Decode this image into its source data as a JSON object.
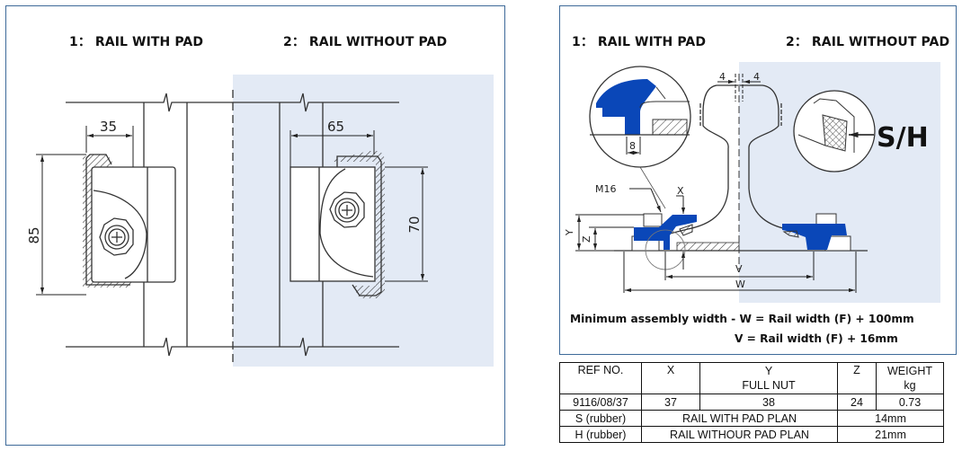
{
  "left_panel": {
    "heading_1": "1： RAIL WITH PAD",
    "heading_2": "2： RAIL WITHOUT PAD",
    "plan_with_pad": {
      "width_dim": "35",
      "height_dim": "85"
    },
    "plan_without_pad": {
      "width_dim": "65",
      "height_dim": "70"
    },
    "colors": {
      "shade": "#e3eaf5",
      "line": "#333333",
      "border": "#3e6a99"
    }
  },
  "right_panel": {
    "heading_1": "1： RAIL WITH PAD",
    "heading_2": "2： RAIL WITHOUT PAD",
    "labels": {
      "gap_left": "4",
      "gap_right": "4",
      "detail_dim": "8",
      "bolt": "M16",
      "x": "X",
      "y": "Y",
      "z": "Z",
      "v": "V",
      "w": "W",
      "callout": "S/H"
    },
    "note_line_1": "Minimum assembly width - W = Rail width (F) + 100mm",
    "note_line_2": "V = Rail width (F) + 16mm",
    "colors": {
      "clip": "#0a47b8",
      "shade": "#e3eaf5"
    }
  },
  "spec_table": {
    "header": {
      "ref_no": "REF NO.",
      "x": "X",
      "y_line1": "Y",
      "y_line2": "FULL NUT",
      "z": "Z",
      "weight_line1": "WEIGHT",
      "weight_line2": "kg"
    },
    "row": {
      "ref_no": "9116/08/37",
      "x": "37",
      "y": "38",
      "z": "24",
      "weight": "0.73"
    },
    "pads": [
      {
        "name": "S (rubber)",
        "plan": "RAIL WITH PAD PLAN",
        "thickness": "14mm"
      },
      {
        "name": "H (rubber)",
        "plan": "RAIL WITHOUR PAD PLAN",
        "thickness": "21mm"
      }
    ]
  }
}
